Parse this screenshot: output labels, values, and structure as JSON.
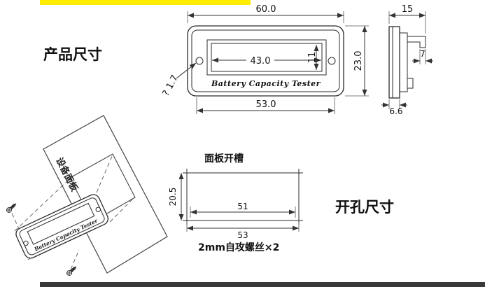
{
  "labels": {
    "product_size": "产品尺寸",
    "opening_size": "开孔尺寸",
    "panel_cutout": "面板开槽",
    "device_panel": "设备面板",
    "screw_note": "2mm自攻螺丝×2",
    "brand": "Battery Capacity Tester"
  },
  "front_view": {
    "width": "60.0",
    "inner_width": "53.0",
    "display_width": "43.0",
    "display_height": "11",
    "height": "23.0",
    "hole_diameter": "? 1.7"
  },
  "side_view": {
    "width": "15",
    "clip": "7",
    "depth": "6.6"
  },
  "cutout": {
    "height": "20.5",
    "inner_width": "51",
    "outer_width": "53"
  },
  "colors": {
    "accent_yellow": "#ffec00",
    "footer_bar": "#3a3a3a",
    "line": "#333333"
  }
}
